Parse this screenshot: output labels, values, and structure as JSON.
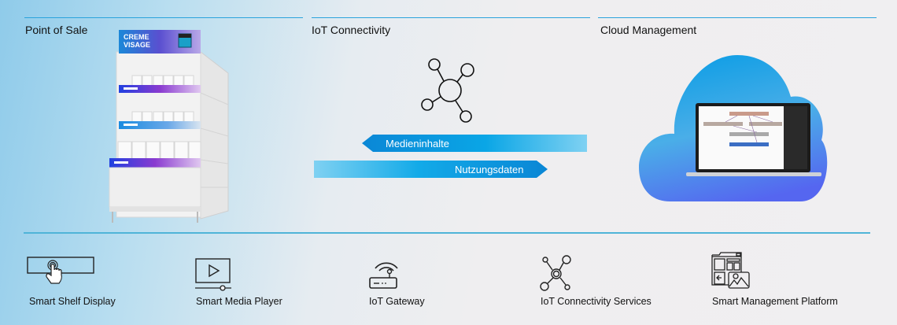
{
  "columns": [
    {
      "title": "Point of Sale"
    },
    {
      "title": "IoT Connectivity"
    },
    {
      "title": "Cloud Management"
    }
  ],
  "pos_display": {
    "header_banner_line1": "CREME",
    "header_banner_line2": "VISAGE"
  },
  "connectivity": {
    "hub_icon": "network-hub-icon",
    "arrow_to_pos": "Medieninhalte",
    "arrow_to_cloud": "Nutzungsdaten"
  },
  "cloud": {
    "icon": "cloud-icon",
    "device": "laptop-dashboard"
  },
  "colors": {
    "accent": "#2aa3dc",
    "arrow_dark": "#0a87d6",
    "arrow_light": "#7fd1f2",
    "cloud_top": "#14a0e3",
    "cloud_bottom": "#5a6ff0"
  },
  "products": [
    {
      "label": "Smart Shelf Display",
      "icon": "touch-display-icon"
    },
    {
      "label": "Smart Media Player",
      "icon": "media-player-icon"
    },
    {
      "label": "IoT Gateway",
      "icon": "router-icon"
    },
    {
      "label": "IoT Connectivity Services",
      "icon": "network-icon"
    },
    {
      "label": "Smart Management Platform",
      "icon": "management-platform-icon"
    }
  ]
}
